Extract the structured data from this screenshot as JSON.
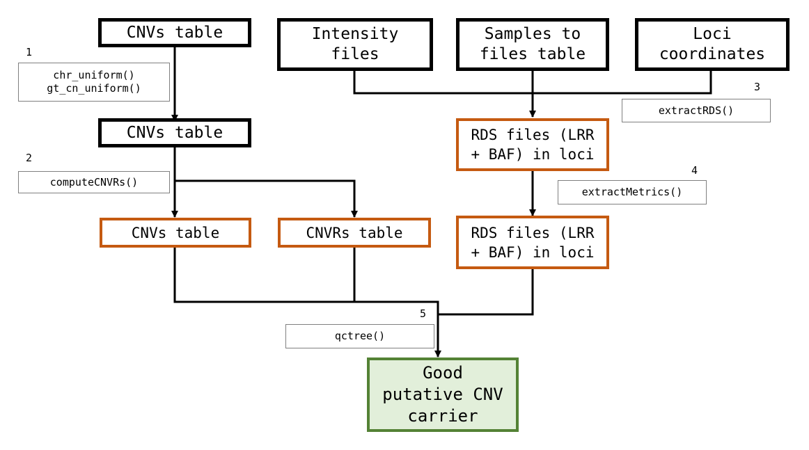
{
  "nodes": {
    "cnvs_table_input": "CNVs table",
    "intensity_files": "Intensity\nfiles",
    "samples_to_files_table": "Samples to\nfiles table",
    "loci_coordinates": "Loci\ncoordinates",
    "cnvs_table_uniform": "CNVs table",
    "rds_files_1": "RDS files (LRR\n+ BAF) in loci",
    "cnvs_table_final": "CNVs table",
    "cnvrs_table": "CNVRs table",
    "rds_files_2": "RDS files (LRR\n+ BAF) in loci",
    "good_carrier": "Good\nputative CNV\ncarrier"
  },
  "functions": {
    "uniform": "chr_uniform()\ngt_cn_uniform()",
    "compute_cnvrs": "computeCNVRs()",
    "extract_rds": "extractRDS()",
    "extract_metrics": "extractMetrics()",
    "qctree": "qctree()"
  },
  "steps": {
    "s1": "1",
    "s2": "2",
    "s3": "3",
    "s4": "4",
    "s5": "5"
  },
  "colors": {
    "input_border": "#000000",
    "output_border": "#c55a11",
    "result_border": "#548235",
    "result_fill": "#e2efda",
    "function_border": "#7f7f7f"
  }
}
